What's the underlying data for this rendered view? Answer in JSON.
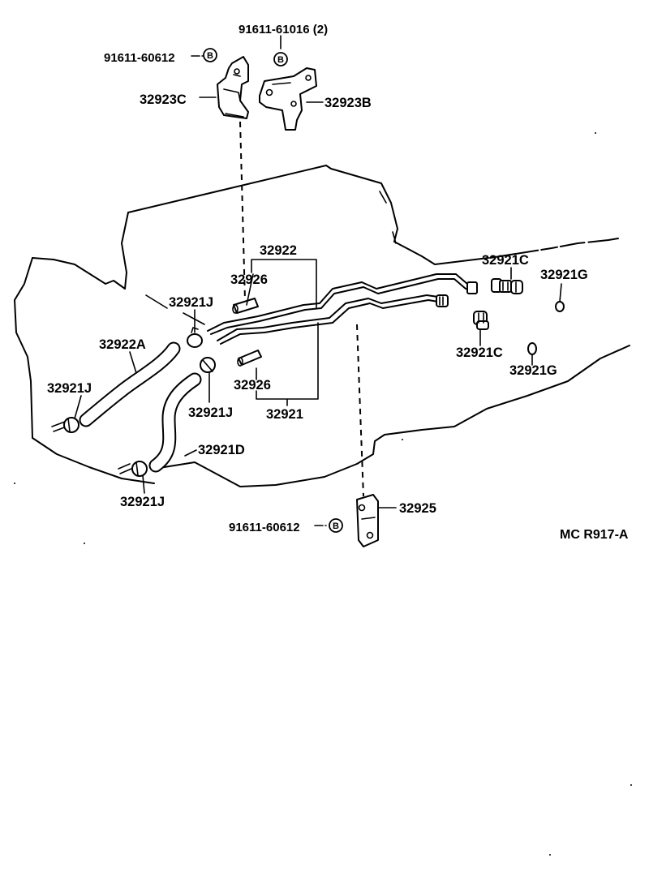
{
  "labels": {
    "bolt_b_top": "91611-61016 (2)",
    "bolt_b_left": "91611-60612",
    "bolt_b_bottom": "91611-60612",
    "badge": "B",
    "bracket_c": "32923C",
    "bracket_b": "32923B",
    "pipe_group_upper": "32922",
    "sleeve_upper": "32926",
    "clamp_upper": "32921J",
    "hose_a": "32922A",
    "clamp_left": "32921J",
    "clamp_mid": "32921J",
    "sleeve_lower": "32926",
    "pipe_group_lower": "32921",
    "hose_d": "32921D",
    "clamp_bottom": "32921J",
    "union_upper": "32921C",
    "gasket_upper": "32921G",
    "union_lower": "32921C",
    "gasket_lower": "32921G",
    "bracket_lower": "32925",
    "diagram_code": "MC R917-A"
  }
}
